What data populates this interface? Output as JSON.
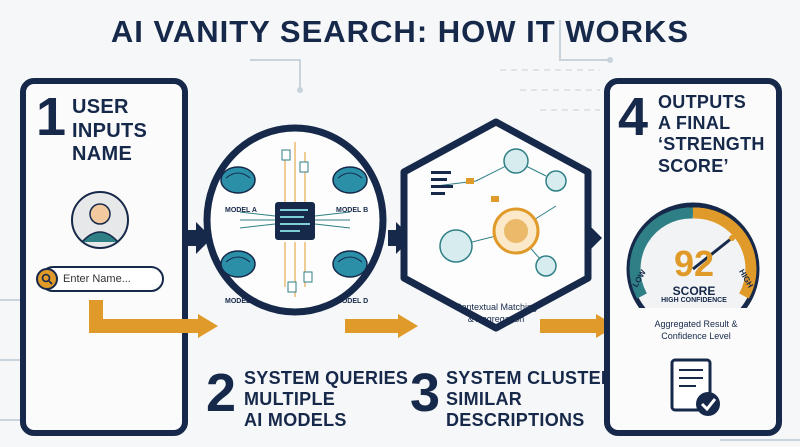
{
  "title": "AI VANITY SEARCH: HOW IT WORKS",
  "step1": {
    "number": "1",
    "lines": [
      "USER",
      "INPUTS",
      "NAME"
    ],
    "placeholder": "Enter Name..."
  },
  "step2": {
    "number": "2",
    "lines": [
      "SYSTEM QUERIES",
      "MULTIPLE",
      "AI MODELS"
    ],
    "models": [
      "MODEL A",
      "MODEL B",
      "MODEL C",
      "MODEL D"
    ]
  },
  "step3": {
    "number": "3",
    "lines": [
      "SYSTEM CLUSTERS",
      "SIMILAR",
      "DESCRIPTIONS"
    ],
    "caption": [
      "Contextual Matching",
      "& Aggregation"
    ]
  },
  "step4": {
    "number": "4",
    "lines": [
      "OUTPUTS",
      "A FINAL",
      "‘STRENGTH",
      "SCORE’"
    ],
    "score": "92",
    "score_label": "SCORE",
    "confidence": "HIGH CONFIDENCE",
    "low": "LOW",
    "high": "HIGH",
    "result": [
      "Aggregated Result &",
      "Confidence Level"
    ]
  },
  "colors": {
    "navy": "#16294a",
    "orange": "#e09a2a",
    "teal": "#2f7f86"
  }
}
